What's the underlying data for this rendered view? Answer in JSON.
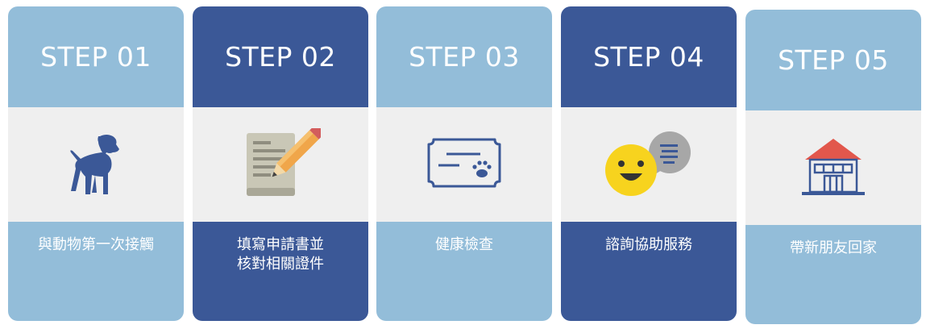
{
  "steps": [
    {
      "title": "STEP 01",
      "icon": "dog-icon",
      "lines": [
        "與動物第一次接觸"
      ]
    },
    {
      "title": "STEP 02",
      "icon": "form-pencil-icon",
      "lines": [
        "填寫申請書並",
        "核對相關證件"
      ]
    },
    {
      "title": "STEP 03",
      "icon": "certificate-paw-icon",
      "lines": [
        "健康檢查"
      ]
    },
    {
      "title": "STEP 04",
      "icon": "smiley-chat-icon",
      "lines": [
        "諮詢協助服務"
      ]
    },
    {
      "title": "STEP 05",
      "icon": "house-icon",
      "lines": [
        "帶新朋友回家"
      ]
    }
  ],
  "colors": {
    "light": "#93bdd9",
    "dark": "#3b5897",
    "middle": "#efefef"
  }
}
